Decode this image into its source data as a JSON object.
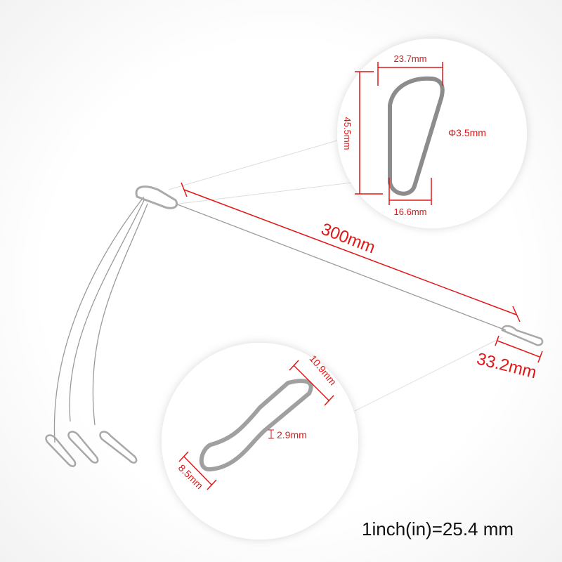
{
  "colors": {
    "dimension": "#e21616",
    "metal": "#b8b8b8",
    "background": "#ffffff"
  },
  "dimensions": {
    "cable_length": "300mm",
    "snap_hook_length": "33.2mm",
    "carabiner_width": "23.7mm",
    "carabiner_height": "45.5mm",
    "carabiner_wire_diameter": "Φ3.5mm",
    "carabiner_bottom_width": "16.6mm",
    "hook_length": "10.9mm",
    "hook_wire": "2.9mm",
    "hook_width": "8.5mm"
  },
  "footer": {
    "conversion": "1inch(in)=25.4 mm"
  }
}
